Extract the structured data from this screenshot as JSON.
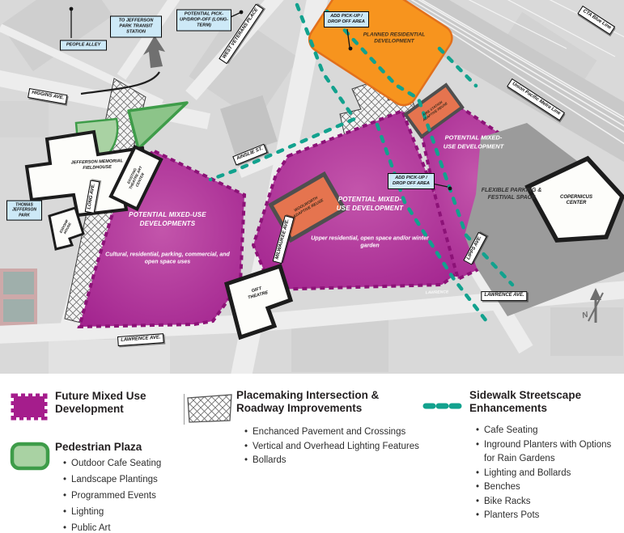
{
  "map": {
    "callouts": {
      "people_alley": "PEOPLE ALLEY",
      "transit_station": "TO JEFFERSON PARK TRANSIT STATION",
      "long_term_pickup": "POTENTIAL PICK-UP/DROP-OFF (LONG-TERM)",
      "add_pickup_top": "ADD PICK-UP / DROP OFF AREA",
      "add_pickup_right": "ADD PICK-UP / DROP OFF AREA",
      "thomas_jefferson_park": "THOMAS JEFFERSON PARK"
    },
    "streets": {
      "higgins": "HIGGINS AVE.",
      "west_veterans": "WEST VETERANS PLACE",
      "ainslie": "AINSLIE ST.",
      "milwaukee": "MILWAUKEE AVE.",
      "long_ave": "LONG AVE.",
      "lipps": "LIPPS AVE.",
      "lawrence_left": "LAWRENCE AVE.",
      "lawrence_right": "LAWRENCE AVE.",
      "lawrence_paint": "LAWRENCE",
      "cta_blue_line": "CTA Blue Line",
      "metra_line": "Union Pacific Metra Line"
    },
    "areas": {
      "planned_residential": "PLANNED RESIDENTIAL DEVELOPMENT",
      "left_title": "POTENTIAL MIXED-USE DEVELOPMENTS",
      "left_sub": "Cultural, residential, parking, commercial, and open space uses",
      "center_title": "POTENTIAL MIXED-USE DEVELOPMENT",
      "center_sub": "Upper residential, open space and/or winter garden",
      "right_title": "POTENTIAL MIXED-USE DEVELOPMENT",
      "parking": "FLEXIBLE PARKING & FESTIVAL SPACE"
    },
    "buildings": {
      "fieldhouse": "JEFFERSON MEMORIAL FIELDHOUSE",
      "esdohr": "ESDOHR HOUSE",
      "art_center": "EXISTING THEATRE ART CENTER",
      "woolworth": "WOOLWORTH ADAPTIVE REUSE",
      "fire_station": "FIRE STATION ADAPTIVE REUSE",
      "gift_theatre": "GIFT THEATRE",
      "copernicus": "COPERNICUS CENTER"
    },
    "compass": "N"
  },
  "legend": {
    "items": [
      {
        "title": "Future Mixed Use Development",
        "bullets": []
      },
      {
        "title": "Pedestrian Plaza",
        "bullets": [
          "Outdoor Cafe Seating",
          "Landscape Plantings",
          "Programmed Events",
          "Lighting",
          "Public Art"
        ]
      },
      {
        "title": "Placemaking Intersection & Roadway Improvements",
        "bullets": [
          "Enchanced Pavement and Crossings",
          "Vertical and Overhead Lighting Features",
          "Bollards"
        ]
      },
      {
        "title": "Sidewalk Streetscape Enhancements",
        "bullets": [
          "Cafe Seating",
          "Inground Planters with Options for Rain Gardens",
          "Lighting and Bollards",
          "Benches",
          "Bike Racks",
          "Planters Pots"
        ]
      }
    ]
  },
  "colors": {
    "magenta": "#A5208F",
    "magenta_border": "#8C1277",
    "green_fill": "#A9D2A3",
    "green_border": "#3E9C49",
    "teal_dash": "#12A28E",
    "orange": "#F7941E",
    "salmon": "#E5744F",
    "callout_blue": "#CDE9F7",
    "parking_gray": "#9B9B9B"
  }
}
